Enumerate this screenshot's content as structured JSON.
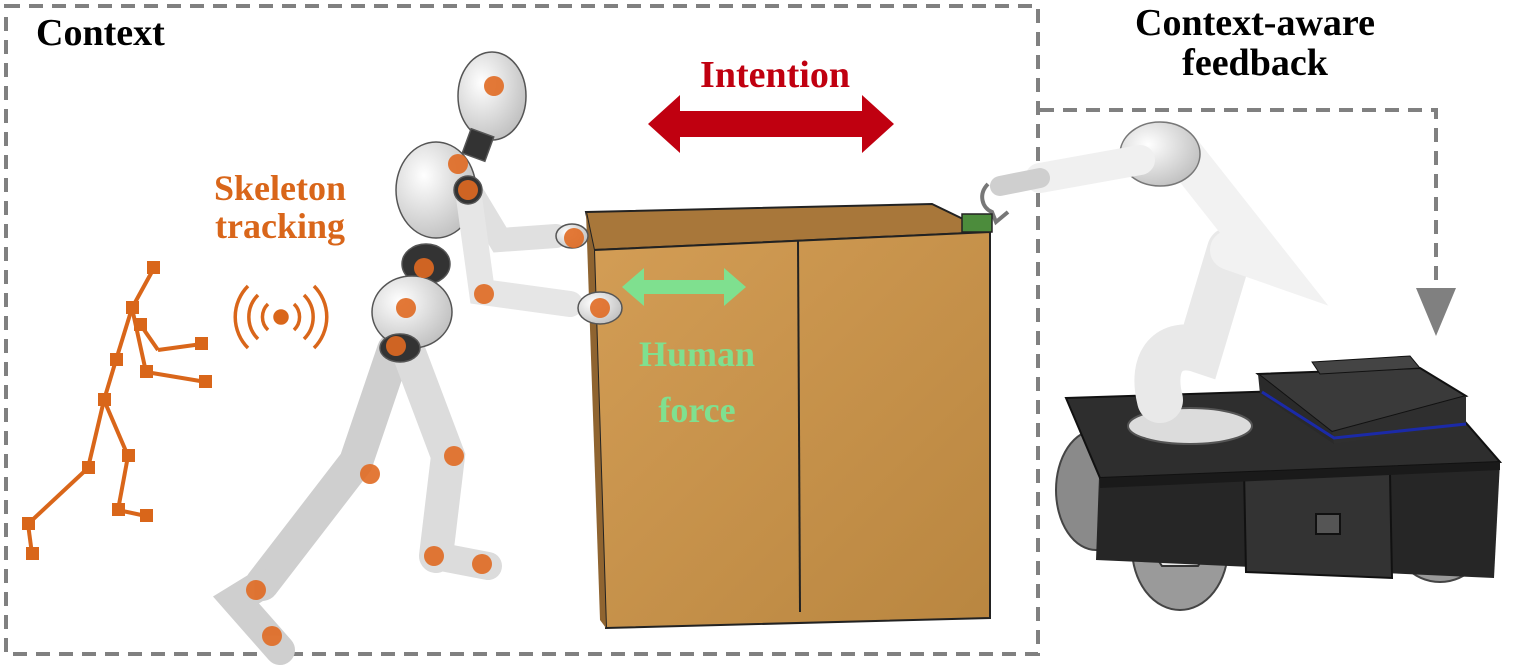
{
  "labels": {
    "context": "Context",
    "feedback_line1": "Context-aware",
    "feedback_line2": "feedback",
    "skeleton_line1": "Skeleton",
    "skeleton_line2": "tracking",
    "intention": "Intention",
    "force_line1": "Human",
    "force_line2": "force"
  },
  "colors": {
    "skeleton": "#d9661a",
    "intention": "#c00010",
    "human_force": "#7fe08f",
    "dashed_frame": "#808080",
    "box": "#c8944a",
    "robot_base": "#2c2c2c"
  },
  "icons": [
    "skeleton-stick-figure-icon",
    "wireless-signal-icon",
    "mannequin-icon",
    "box-icon",
    "robot-arm-icon",
    "mobile-base-icon"
  ]
}
